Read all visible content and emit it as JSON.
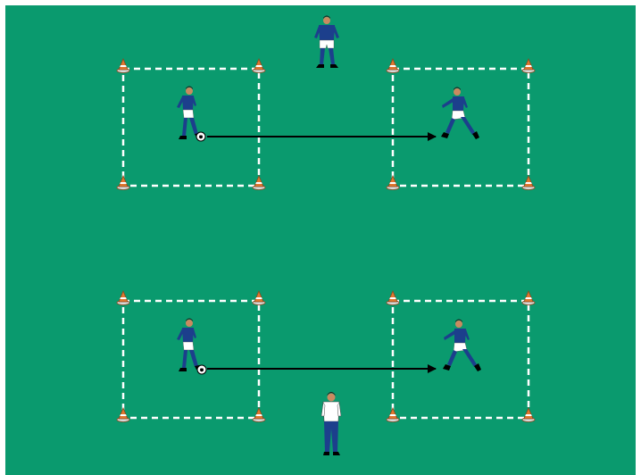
{
  "colors": {
    "pitch": "#0a9a6e",
    "pitch_border": "#ffffff",
    "line": "#ffffff",
    "arrow": "#000000",
    "cone": "#e07830",
    "cone_stripe": "#ffffff",
    "kit_shirt": "#1c3f8c",
    "kit_shorts": "#ffffff",
    "kit_socks": "#1c3f8c",
    "skin": "#c98a60",
    "hair": "#1a1a1a",
    "coach_shirt": "#ffffff",
    "coach_trousers": "#1c3f8c"
  },
  "icons": {
    "cone": "training-cone-icon",
    "ball": "soccer-ball-icon",
    "player": "player-icon",
    "coach": "coach-icon"
  },
  "drill": {
    "grids": [
      "top-left",
      "top-right",
      "bottom-left",
      "bottom-right"
    ],
    "passes": [
      {
        "from": "top-left",
        "to": "top-right"
      },
      {
        "from": "bottom-left",
        "to": "bottom-right"
      }
    ]
  }
}
